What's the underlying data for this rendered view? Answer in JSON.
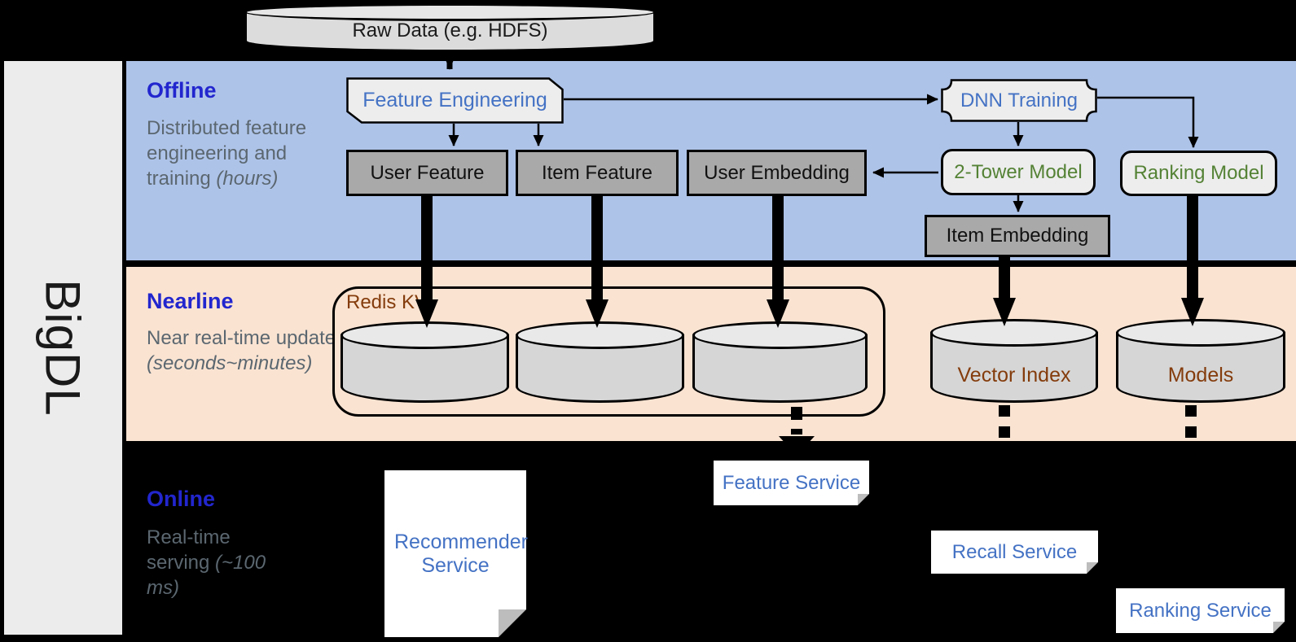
{
  "brand": {
    "label": "BigDL"
  },
  "raw_data": {
    "label": "Raw Data (e.g. HDFS)"
  },
  "sections": {
    "offline": {
      "title": "Offline",
      "desc": "Distributed feature engineering and training ",
      "desc_em": "(hours)"
    },
    "nearline": {
      "title": "Nearline",
      "desc": "Near real-time update ",
      "desc_em": "(seconds~minutes)"
    },
    "online": {
      "title": "Online",
      "desc": "Real-time serving ",
      "desc_em": "(~100 ms)"
    }
  },
  "offline_nodes": {
    "feature_engineering": "Feature Engineering",
    "dnn_training": "DNN Training",
    "user_feature": "User Feature",
    "item_feature": "Item Feature",
    "user_embedding": "User Embedding",
    "two_tower_model": "2-Tower Model",
    "ranking_model": "Ranking Model",
    "item_embedding": "Item Embedding"
  },
  "nearline_nodes": {
    "redis_kv": "Redis KV",
    "vector_index": "Vector Index",
    "models": "Models"
  },
  "online_nodes": {
    "recommender_service": "Recommender Service",
    "feature_service": "Feature Service",
    "recall_service": "Recall Service",
    "ranking_service": "Ranking Service"
  },
  "colors": {
    "offline_band": "#AEC3E8",
    "nearline_band": "#FAE3D1",
    "online_band": "#000000",
    "section_title_blue": "#2226CE",
    "desc_gray": "#5B6770",
    "node_label_blue": "#4472C4",
    "model_green": "#548235",
    "storage_brown": "#843C0C",
    "gray_box_fill": "#A9A9A9",
    "light_box_fill": "#EDEDED"
  }
}
